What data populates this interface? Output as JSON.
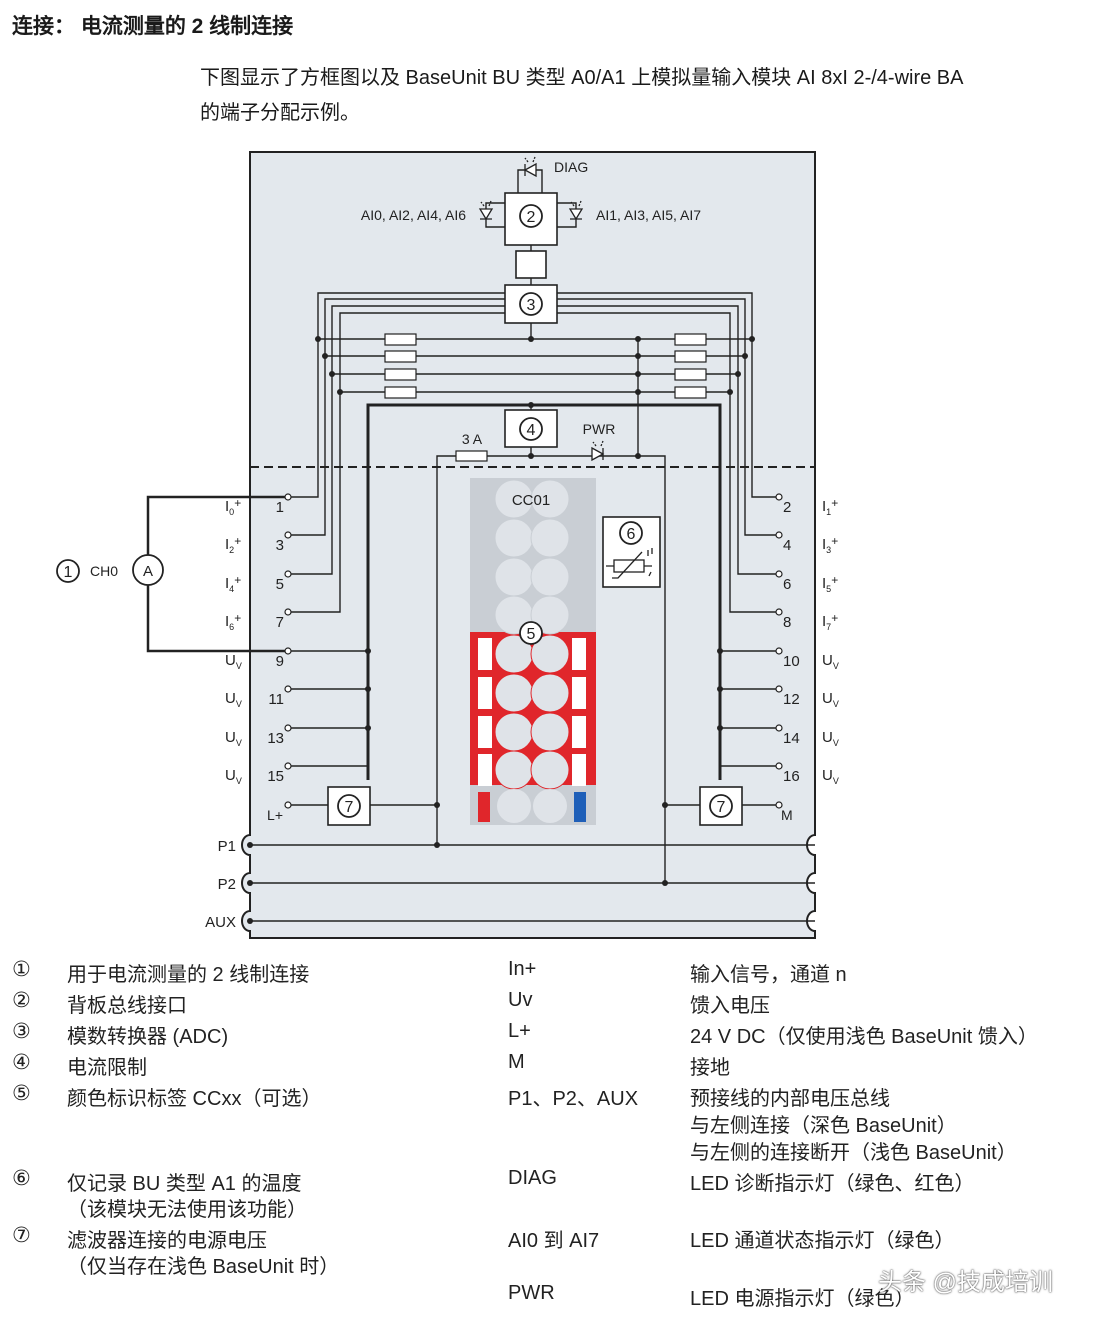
{
  "header": {
    "title": "连接： 电流测量的 2 线制连接",
    "intro_line1": "下图显示了方框图以及 BaseUnit BU 类型 A0/A1 上模拟量输入模块 AI 8xI 2-/4-wire BA",
    "intro_line2": "的端子分配示例。"
  },
  "diagram": {
    "diag_label": "DIAG",
    "led_left_label": "AI0, AI2, AI4, AI6",
    "led_right_label": "AI1, AI3, AI5, AI7",
    "fuse_label": "3 A",
    "pwr_label": "PWR",
    "label_strip_text": "CC01",
    "ch_label": "CH0",
    "ammeter_label": "A",
    "markers": {
      "m1": "1",
      "m2": "2",
      "m3": "3",
      "m4": "4",
      "m5": "5",
      "m6": "6",
      "m7": "7"
    },
    "left_terminals": [
      {
        "num": "1",
        "sig": "I",
        "sub": "0",
        "suffix": "+"
      },
      {
        "num": "3",
        "sig": "I",
        "sub": "2",
        "suffix": "+"
      },
      {
        "num": "5",
        "sig": "I",
        "sub": "4",
        "suffix": "+"
      },
      {
        "num": "7",
        "sig": "I",
        "sub": "6",
        "suffix": "+"
      },
      {
        "num": "9",
        "sig": "U",
        "sub": "V",
        "suffix": ""
      },
      {
        "num": "11",
        "sig": "U",
        "sub": "V",
        "suffix": ""
      },
      {
        "num": "13",
        "sig": "U",
        "sub": "V",
        "suffix": ""
      },
      {
        "num": "15",
        "sig": "U",
        "sub": "V",
        "suffix": ""
      }
    ],
    "right_terminals": [
      {
        "num": "2",
        "sig": "I",
        "sub": "1",
        "suffix": "+"
      },
      {
        "num": "4",
        "sig": "I",
        "sub": "3",
        "suffix": "+"
      },
      {
        "num": "6",
        "sig": "I",
        "sub": "5",
        "suffix": "+"
      },
      {
        "num": "8",
        "sig": "I",
        "sub": "7",
        "suffix": "+"
      },
      {
        "num": "10",
        "sig": "U",
        "sub": "V",
        "suffix": ""
      },
      {
        "num": "12",
        "sig": "U",
        "sub": "V",
        "suffix": ""
      },
      {
        "num": "14",
        "sig": "U",
        "sub": "V",
        "suffix": ""
      },
      {
        "num": "16",
        "sig": "U",
        "sub": "V",
        "suffix": ""
      }
    ],
    "lplus_label": "L+",
    "m_label": "M",
    "buses": [
      "P1",
      "P2",
      "AUX"
    ],
    "colors": {
      "module": "#e3e8ed",
      "strip_gray": "#c9ced4",
      "strip_red": "#e0262b",
      "strip_blue": "#1f5fb8"
    }
  },
  "legend_left": [
    {
      "marker": "①",
      "text": "用于电流测量的 2 线制连接"
    },
    {
      "marker": "②",
      "text": "背板总线接口"
    },
    {
      "marker": "③",
      "text": "模数转换器 (ADC)"
    },
    {
      "marker": "④",
      "text": "电流限制"
    },
    {
      "marker": "⑤",
      "text": "颜色标识标签 CCxx（可选）"
    },
    {
      "marker": "⑥",
      "text": "仅记录 BU 类型 A1 的温度",
      "text2": "（该模块无法使用该功能）"
    },
    {
      "marker": "⑦",
      "text": "滤波器连接的电源电压",
      "text2": "（仅当存在浅色 BaseUnit 时）"
    }
  ],
  "legend_right": [
    {
      "term": "In+",
      "desc": "输入信号，通道 n"
    },
    {
      "term": "Uv",
      "desc": "馈入电压"
    },
    {
      "term": "L+",
      "desc": "24 V DC（仅使用浅色 BaseUnit 馈入）"
    },
    {
      "term": "M",
      "desc": "接地"
    },
    {
      "term": "P1、P2、AUX",
      "desc": "预接线的内部电压总线",
      "desc2": "与左侧连接（深色 BaseUnit）",
      "desc3": "与左侧的连接断开（浅色 BaseUnit）"
    },
    {
      "term": "DIAG",
      "desc": "LED 诊断指示灯（绿色、红色）"
    },
    {
      "term": "AI0 到 AI7",
      "desc": "LED 通道状态指示灯（绿色）"
    },
    {
      "term": "PWR",
      "desc": "LED 电源指示灯（绿色）"
    }
  ],
  "watermark": "头条 @技成培训"
}
